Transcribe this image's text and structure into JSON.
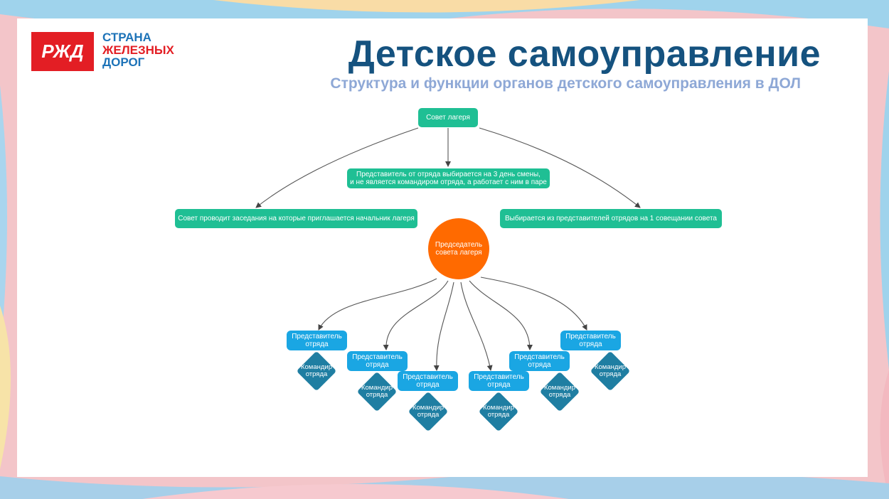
{
  "logo": {
    "box_label": "РЖД",
    "line1": "СТРАНА",
    "line2": "ЖЕЛЕЗНЫХ",
    "line3": "ДОРОГ",
    "colors": {
      "red": "#e31e24",
      "blue": "#1d73b8"
    }
  },
  "header": {
    "title": "Детское самоуправление",
    "subtitle": "Структура и функции органов детского самоуправления в ДОЛ"
  },
  "diagram": {
    "council": "Совет лагеря",
    "note_center_1": "Представитель от отряда выбирается на 3 день смены,",
    "note_center_2": "и не является командиром отряда, а работает с ним в паре",
    "note_left": "Совет проводит заседания на которые приглашается начальник лагеря",
    "note_right": "Выбирается из представителей отрядов на 1 совещании совета",
    "chair_1": "Председатель",
    "chair_2": "совета лагеря",
    "rep_1": "Представитель",
    "rep_2": "отряда",
    "cmd_1": "Командир",
    "cmd_2": "отряда",
    "colors": {
      "green": "#1fbf94",
      "orange": "#ff6a00",
      "rep_blue": "#1aa6e3",
      "commander_blue": "#1f7ea2",
      "title_blue": "#15527f",
      "subtitle_blue": "#8ea8d6"
    }
  }
}
